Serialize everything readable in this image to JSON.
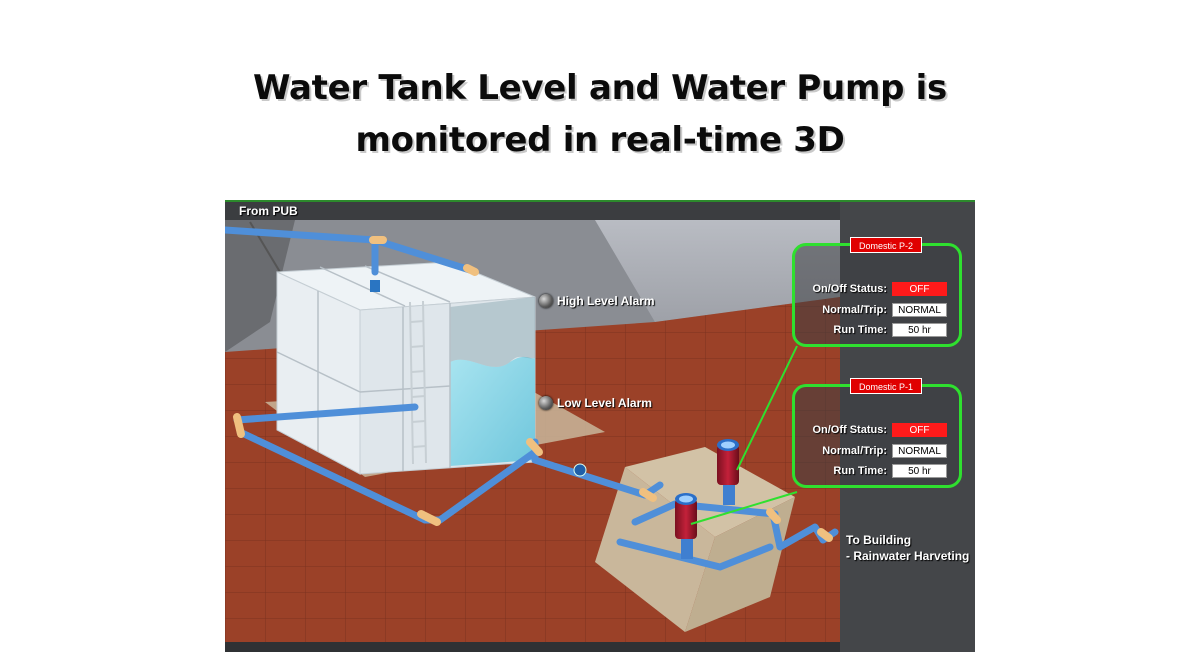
{
  "page": {
    "title_line1": "Water Tank Level and Water Pump is",
    "title_line2": "monitored in real-time 3D"
  },
  "scene": {
    "source_label": "From PUB",
    "alarms": [
      {
        "label": "High Level Alarm",
        "state": "off"
      },
      {
        "label": "Low Level Alarm",
        "state": "off"
      }
    ],
    "outlet_label_line1": "To Building",
    "outlet_label_line2": "- Rainwater Harveting"
  },
  "pumps": [
    {
      "name": "Domestic P-2",
      "onoff_label": "On/Off Status:",
      "onoff_value": "OFF",
      "trip_label": "Normal/Trip:",
      "trip_value": "NORMAL",
      "runtime_label": "Run Time:",
      "runtime_value": "50 hr"
    },
    {
      "name": "Domestic P-1",
      "onoff_label": "On/Off Status:",
      "onoff_value": "OFF",
      "trip_label": "Normal/Trip:",
      "trip_value": "NORMAL",
      "runtime_label": "Run Time:",
      "runtime_value": "50 hr"
    }
  ],
  "colors": {
    "panel_border": "#2fe02f",
    "status_off": "#ff1a1a",
    "water": "#8fd8e8",
    "pipe": "#4f8fd9",
    "floor": "#9a3f26"
  }
}
